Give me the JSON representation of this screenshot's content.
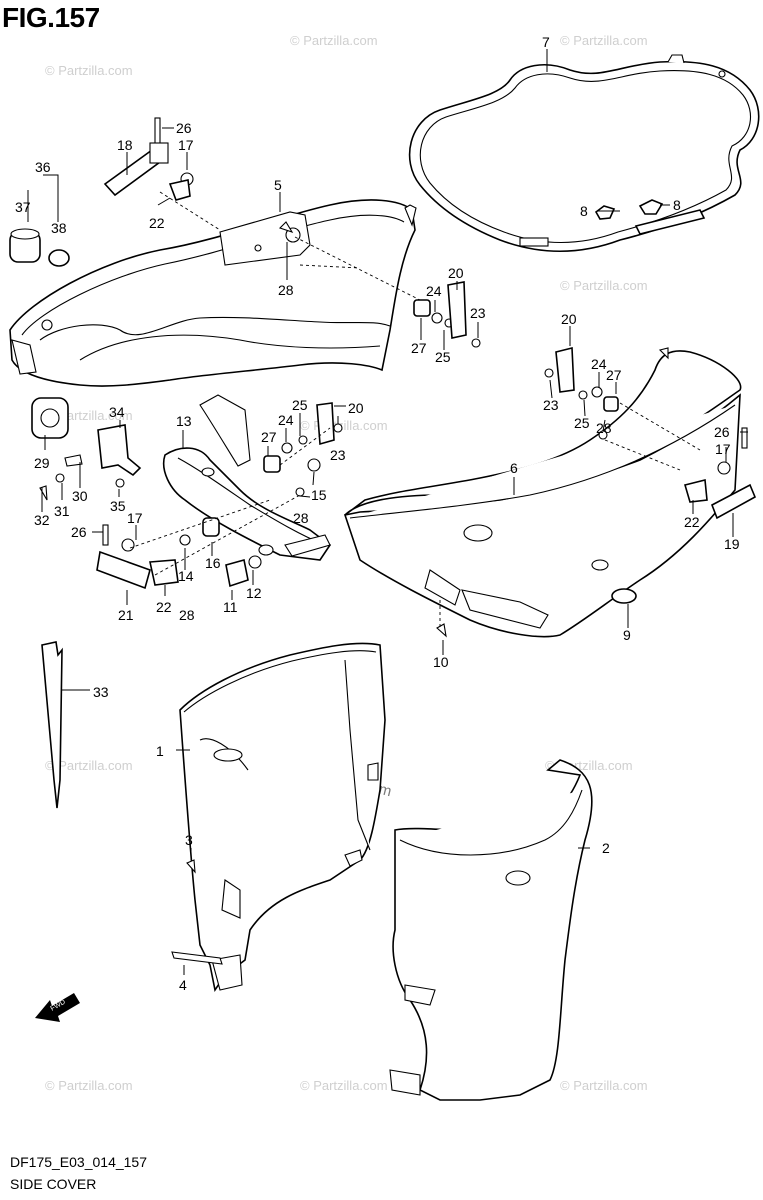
{
  "title": "FIG.157",
  "code": "DF175_E03_014_157",
  "caption": "SIDE COVER",
  "watermark": "© Partzilla.com",
  "fwd_label": "FWD",
  "callouts": [
    "1",
    "2",
    "3",
    "4",
    "5",
    "6",
    "7",
    "8",
    "8",
    "9",
    "10",
    "11",
    "12",
    "13",
    "14",
    "15",
    "16",
    "17",
    "17",
    "17",
    "18",
    "19",
    "20",
    "20",
    "20",
    "21",
    "22",
    "22",
    "22",
    "23",
    "23",
    "23",
    "24",
    "24",
    "24",
    "25",
    "25",
    "25",
    "26",
    "26",
    "26",
    "27",
    "27",
    "27",
    "28",
    "28",
    "28",
    "28",
    "29",
    "30",
    "31",
    "32",
    "33",
    "34",
    "35",
    "36",
    "37",
    "38"
  ]
}
